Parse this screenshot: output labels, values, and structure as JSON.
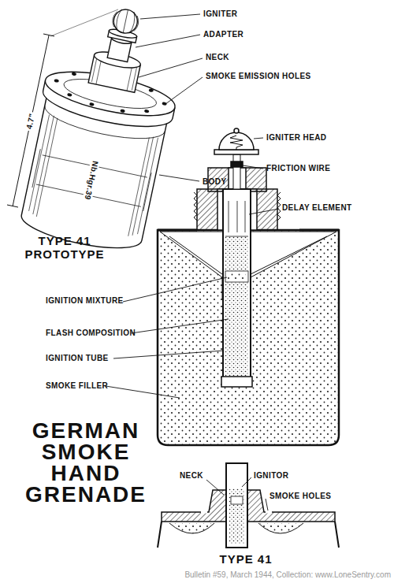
{
  "diagram": {
    "title": "GERMAN SMOKE HAND GRENADE",
    "caption": "Bulletin #59, March 1944, Collection: www.LoneSentry.com",
    "labels": [
      "IGNITER",
      "ADAPTER",
      "NECK",
      "SMOKE EMISSION HOLES",
      "BODY",
      "4.7\"",
      "Nb.Hgr.39",
      "TYPE 41 PROTOTYPE",
      "IGNITER HEAD",
      "FRICTION WIRE",
      "DELAY ELEMENT",
      "IGNITION MIXTURE",
      "FLASH COMPOSITION",
      "IGNITION TUBE",
      "SMOKE FILLER",
      "NECK",
      "IGNITOR",
      "SMOKE HOLES",
      "TYPE 41"
    ]
  }
}
